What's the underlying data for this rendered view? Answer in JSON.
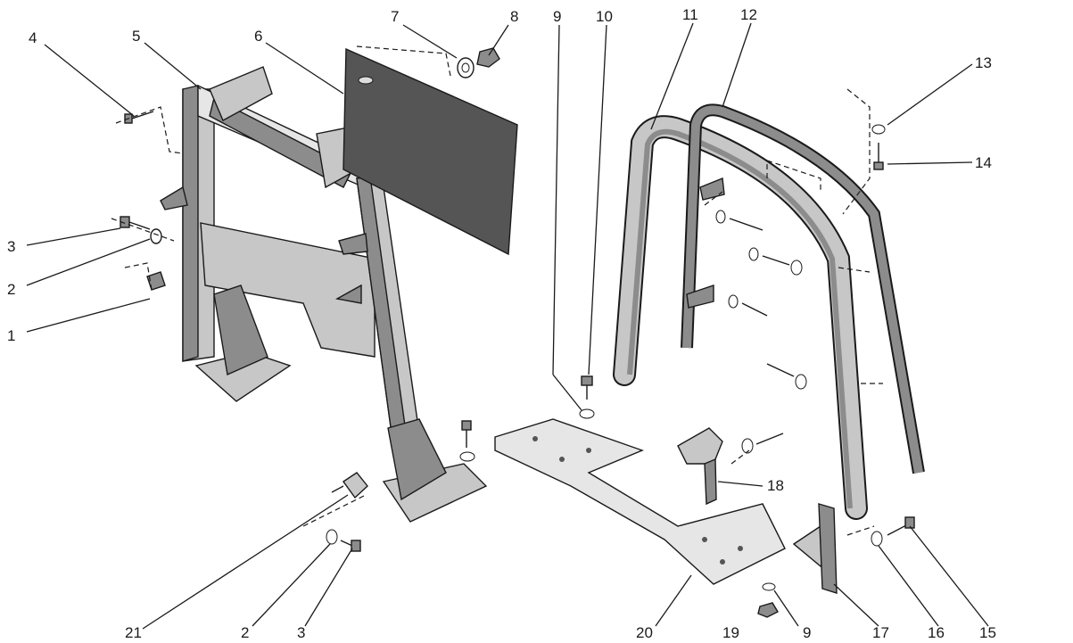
{
  "callouts": [
    {
      "id": "c4",
      "text": "4"
    },
    {
      "id": "c5",
      "text": "5"
    },
    {
      "id": "c6",
      "text": "6"
    },
    {
      "id": "c7",
      "text": "7"
    },
    {
      "id": "c8",
      "text": "8"
    },
    {
      "id": "c9t",
      "text": "9"
    },
    {
      "id": "c10",
      "text": "10"
    },
    {
      "id": "c11",
      "text": "11"
    },
    {
      "id": "c12",
      "text": "12"
    },
    {
      "id": "c13",
      "text": "13"
    },
    {
      "id": "c14",
      "text": "14"
    },
    {
      "id": "c3l",
      "text": "3"
    },
    {
      "id": "c2l",
      "text": "2"
    },
    {
      "id": "c1",
      "text": "1"
    },
    {
      "id": "c18",
      "text": "18"
    },
    {
      "id": "c21",
      "text": "21"
    },
    {
      "id": "c2b",
      "text": "2"
    },
    {
      "id": "c3b",
      "text": "3"
    },
    {
      "id": "c20",
      "text": "20"
    },
    {
      "id": "c19",
      "text": "19"
    },
    {
      "id": "c9b",
      "text": "9"
    },
    {
      "id": "c17",
      "text": "17"
    },
    {
      "id": "c16",
      "text": "16"
    },
    {
      "id": "c15",
      "text": "15"
    }
  ]
}
